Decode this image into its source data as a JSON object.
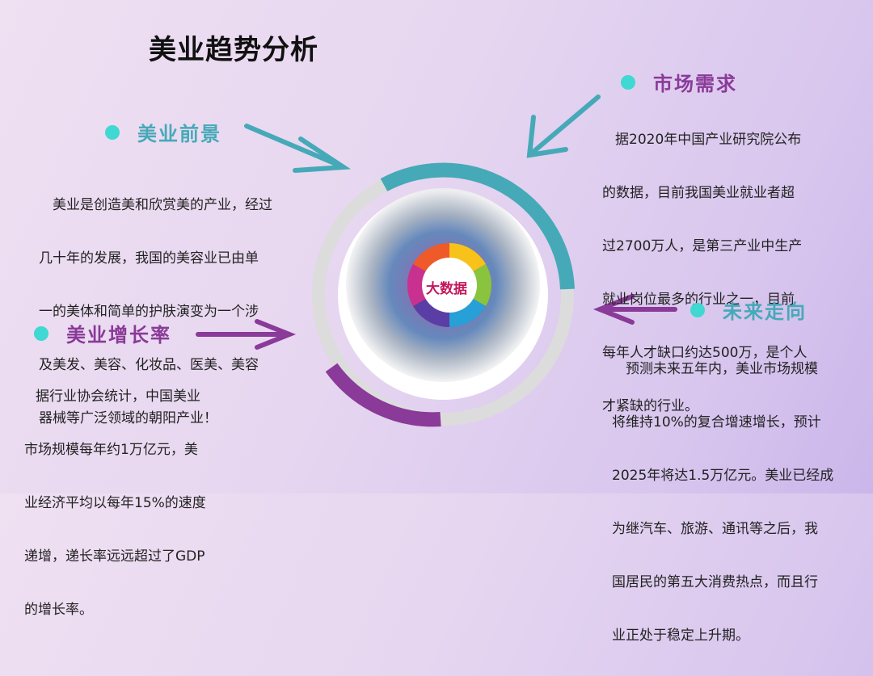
{
  "title": "美业趋势分析",
  "sections": {
    "prospect": {
      "heading": "美业前景",
      "lines": [
        "美业是创造美和欣赏美的产业，经过",
        "几十年的发展，我国的美容业已由单",
        "一的美体和简单的护肤演变为一个涉",
        "及美发、美容、化妆品、医美、美容",
        "器械等广泛领域的朝阳产业！"
      ]
    },
    "growth": {
      "heading": "美业增长率",
      "lines": [
        "据行业协会统计，中国美业",
        "市场规模每年约1万亿元，美",
        "业经济平均以每年15%的速度",
        "递增，递长率远远超过了GDP",
        "的增长率。"
      ]
    },
    "demand": {
      "heading": "市场需求",
      "lines": [
        "据2020年中国产业研究院公布",
        "的数据，目前我国美业就业者超",
        "过2700万人，是第三产业中生产",
        "就业岗位最多的行业之一，目前",
        "每年人才缺口约达500万，是个人",
        "才紧缺的行业。"
      ]
    },
    "future": {
      "heading": "未来走向",
      "lines": [
        "预测未来五年内，美业市场规模",
        "将维持10%的复合增速增长，预计",
        "2025年将达1.5万亿元。美业已经成",
        "为继汽车、旅游、通讯等之后，我",
        "国居民的第五大消费热点，而且行",
        "业正处于稳定上升期。"
      ]
    }
  },
  "center": {
    "label": "大数据"
  },
  "colors": {
    "teal": "#46a9b8",
    "purple": "#8a3a98",
    "dot": "#3fd8d2",
    "ring_grey": "#dcdcdc"
  }
}
